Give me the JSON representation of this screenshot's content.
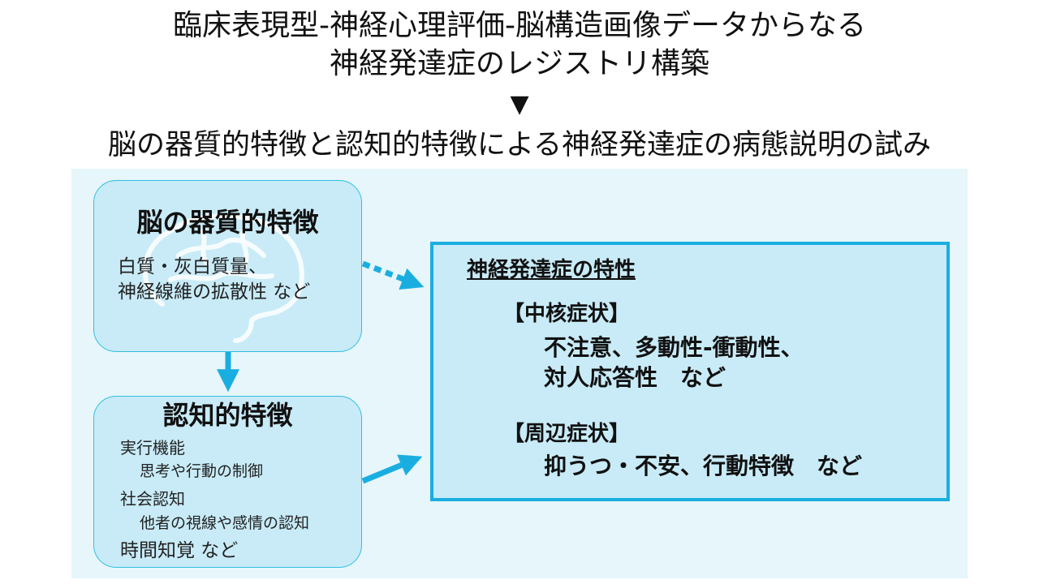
{
  "title": {
    "line1": "臨床表現型-神経心理評価-脳構造画像データからなる",
    "line2": "神経発達症のレジストリ構築"
  },
  "arrow_glyph": "▼",
  "subtitle": "脳の器質的特徴と認知的特徴による神経発達症の病態説明の試み",
  "brain_box": {
    "title": "脳の器質的特徴",
    "line1": "白質・灰白質量、",
    "line2": "神経線維の拡散性 など"
  },
  "cognitive_box": {
    "title": "認知的特徴",
    "item1": "実行機能",
    "item1_sub": "思考や行動の制御",
    "item2": "社会認知",
    "item2_sub": "他者の視線や感情の認知",
    "item3": "時間知覚 など"
  },
  "nd_box": {
    "heading": "神経発達症の特性",
    "core_label": "【中核症状】",
    "core_line1": "不注意、多動性-衝動性、",
    "core_line2": "対人応答性　など",
    "peripheral_label": "【周辺症状】",
    "peripheral_line1": "抑うつ・不安、行動特徴　など"
  },
  "colors": {
    "panel_bg": "#e6f6fb",
    "box_fill": "#c8ebf7",
    "box_border": "#33bfe0",
    "arrow": "#1aaee0"
  }
}
